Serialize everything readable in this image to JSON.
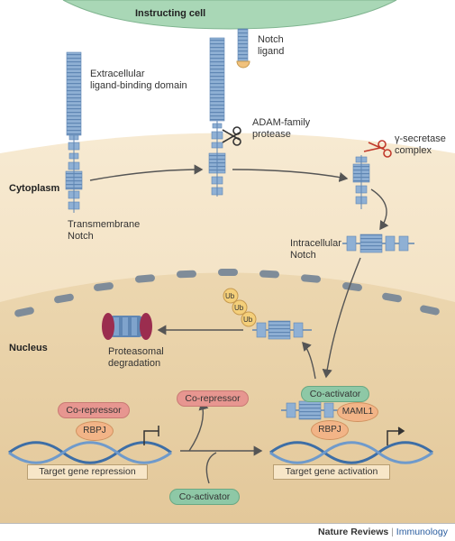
{
  "labels": {
    "instructing_cell": "Instructing cell",
    "notch_ligand": "Notch\nligand",
    "extracellular_domain": "Extracellular\nligand-binding domain",
    "adam_protease": "ADAM-family\nprotease",
    "gamma_secretase": "γ-secretase\ncomplex",
    "cytoplasm": "Cytoplasm",
    "transmembrane_notch": "Transmembrane\nNotch",
    "intracellular_notch": "Intracellular\nNotch",
    "nucleus": "Nucleus",
    "proteasomal_degradation": "Proteasomal\ndegradation",
    "ub": "Ub",
    "co_repressor_left": "Co-repressor",
    "co_repressor_middle": "Co-repressor",
    "co_activator_right": "Co-activator",
    "co_activator_bottom": "Co-activator",
    "rbpj_left": "RBPJ",
    "rbpj_right": "RBPJ",
    "maml1": "MAML1",
    "target_repression": "Target gene repression",
    "target_activation": "Target gene activation"
  },
  "footer": {
    "journal": "Nature Reviews",
    "section": "Immunology"
  },
  "colors": {
    "cell_fill": "#f4e2c3",
    "nucleus_fill": "#ead3a9",
    "instructing_cell": "#a9d7b6",
    "notch_blue": "#8fb0d4",
    "dna_blue": "#3d6ea6",
    "corepressor_red": "#e79690",
    "coactivator_green": "#8ec8a6",
    "rbpj_orange": "#f2b487"
  }
}
